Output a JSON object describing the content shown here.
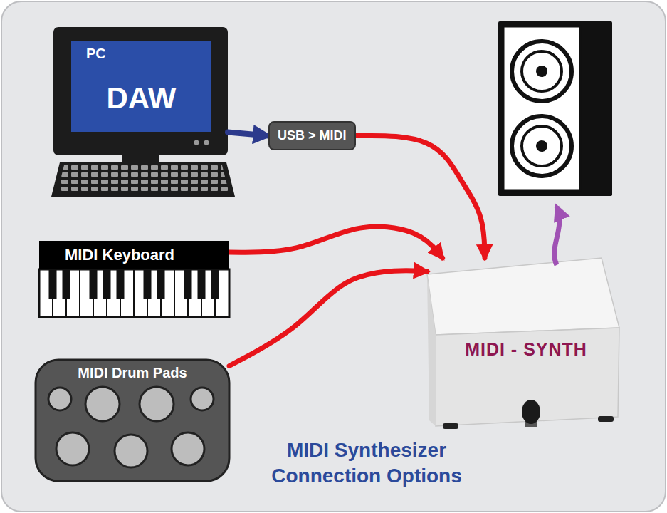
{
  "diagram": {
    "title": "MIDI Synthesizer Connection Options",
    "nodes": [
      {
        "text": [
          "PC",
          "DAW"
        ]
      },
      {
        "text": [
          "USB > MIDI"
        ]
      },
      {
        "text": [
          "MIDI Keyboard"
        ]
      },
      {
        "text": [
          "MIDI Drum Pads"
        ]
      },
      {
        "text": [
          "MIDI - SYNTH"
        ]
      }
    ],
    "edges": [
      {
        "from": 0,
        "to": 1,
        "arrow": "to"
      },
      {
        "from": 1,
        "to": 4,
        "arrow": "to"
      },
      {
        "from": 2,
        "to": 4,
        "arrow": "to"
      },
      {
        "from": 3,
        "to": 4,
        "arrow": "to"
      }
    ]
  }
}
